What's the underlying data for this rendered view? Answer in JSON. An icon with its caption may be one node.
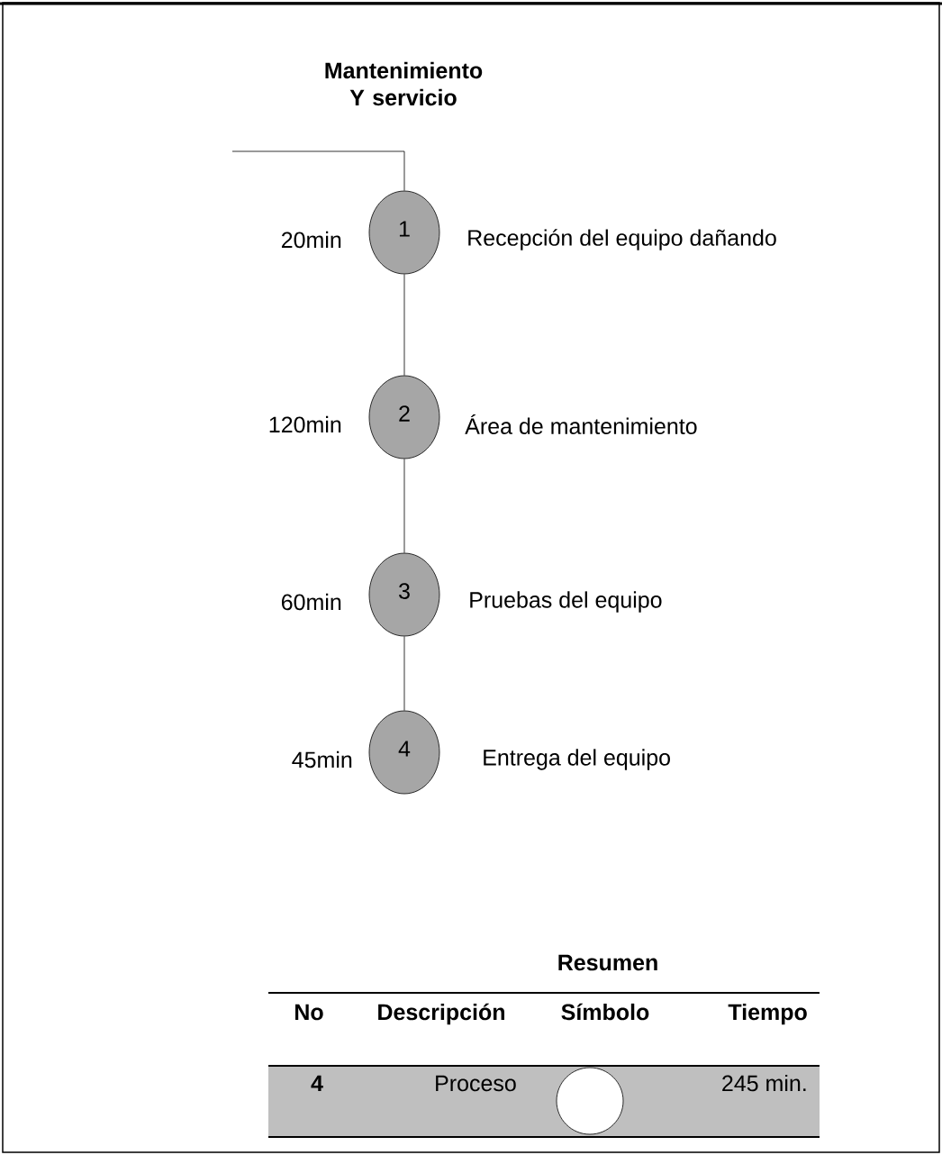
{
  "diagram": {
    "title": "Mantenimiento Y servicio",
    "nodes": [
      {
        "text": [
          "1"
        ],
        "beside": [
          "20min",
          "Recepción del equipo dañando"
        ]
      },
      {
        "text": [
          "2"
        ],
        "beside": [
          "120min",
          "Área de mantenimiento"
        ]
      },
      {
        "text": [
          "3"
        ],
        "beside": [
          "60min",
          "Pruebas del equipo"
        ]
      },
      {
        "text": [
          "4"
        ],
        "beside": [
          "45min",
          "Entrega del equipo"
        ]
      },
      {
        "text": [],
        "shape": "circle"
      }
    ],
    "edges": [
      {
        "from": null,
        "to": 0,
        "arrow": "none"
      },
      {
        "from": 0,
        "to": 1,
        "arrow": "none"
      },
      {
        "from": 1,
        "to": 2,
        "arrow": "none"
      },
      {
        "from": 2,
        "to": 3,
        "arrow": "none"
      }
    ],
    "labels": [
      "Resumen",
      "No",
      "Descripción",
      "Símbolo",
      "Tiempo",
      "4",
      "Proceso",
      "245 min."
    ]
  }
}
